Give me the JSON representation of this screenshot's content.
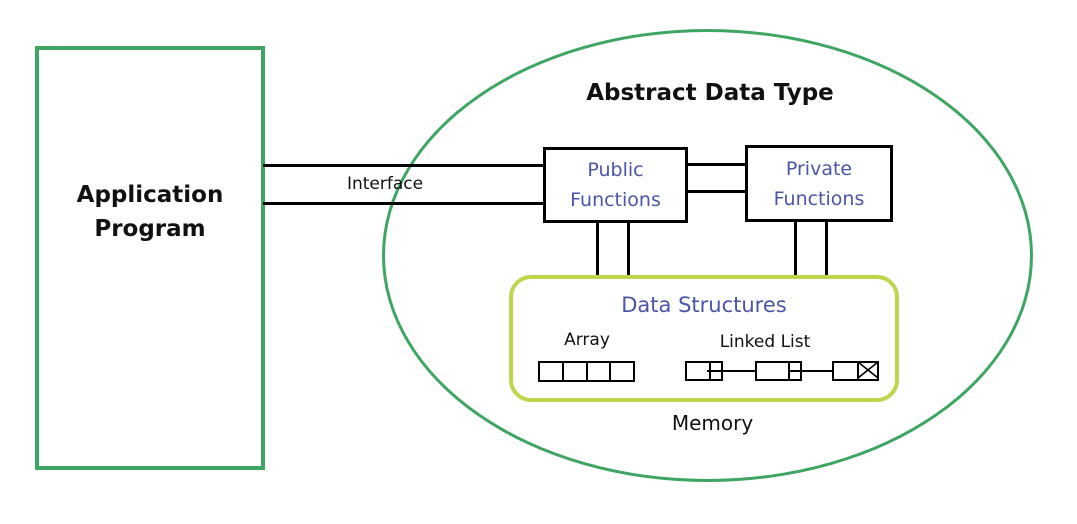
{
  "diagram": {
    "application_program": {
      "label": "Application Program"
    },
    "interface": {
      "label": "Interface"
    },
    "adt": {
      "title": "Abstract Data Type"
    },
    "public_functions": {
      "label": "Public Functions"
    },
    "private_functions": {
      "label": "Private Functions"
    },
    "data_structures": {
      "title": "Data Structures",
      "array_label": "Array",
      "array_cells": 4,
      "linked_list_label": "Linked List",
      "linked_list_nodes": 3
    },
    "memory_label": "Memory",
    "colors": {
      "green_outline": "#3EA562",
      "yellow_green_outline": "#BCD54A",
      "blue_text": "#4A55A8",
      "black_lines": "#000000"
    }
  }
}
